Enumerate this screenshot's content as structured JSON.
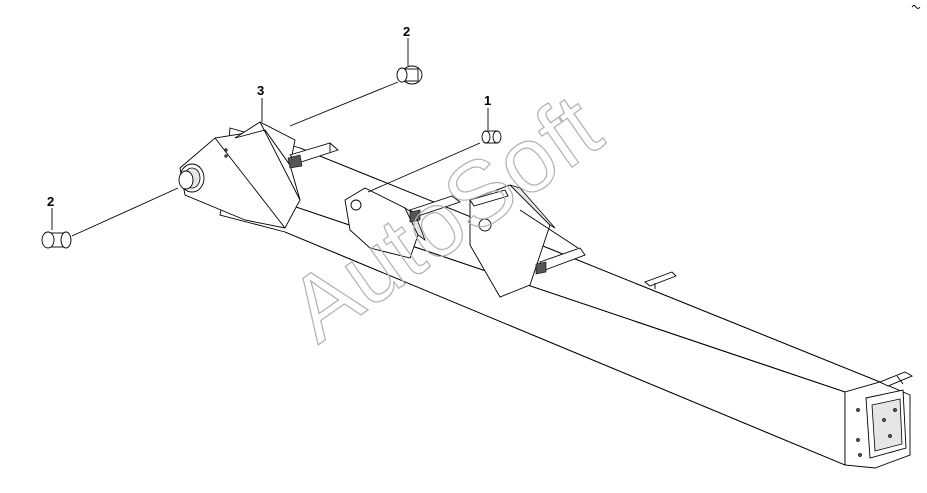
{
  "callouts": [
    {
      "id": "1",
      "label": "1"
    },
    {
      "id": "2a",
      "label": "2"
    },
    {
      "id": "2b",
      "label": "2"
    },
    {
      "id": "3",
      "label": "3"
    }
  ],
  "watermark": {
    "text": "AutoSoft",
    "color": "#b0b0b0"
  },
  "colors": {
    "line": "#000000",
    "background": "#ffffff"
  }
}
